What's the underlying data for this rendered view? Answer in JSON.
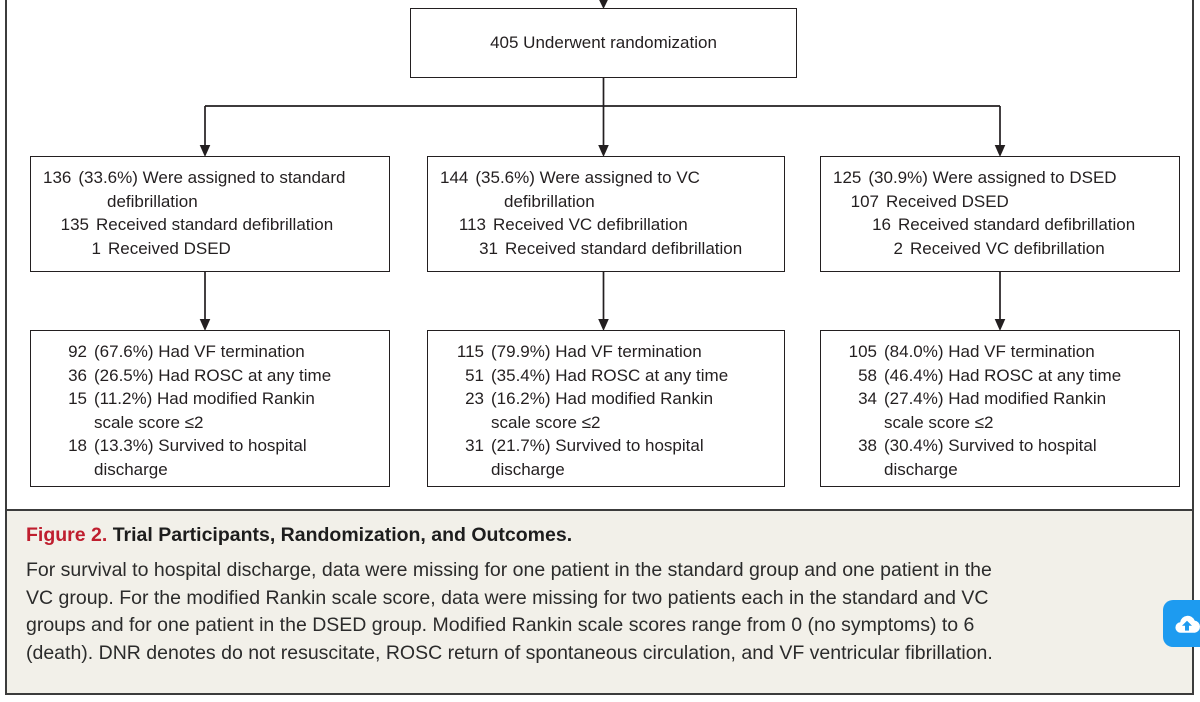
{
  "figure": {
    "top_box": "405 Underwent randomization",
    "columns": [
      {
        "group": "standard",
        "assign": {
          "lines": [
            {
              "cls": "first",
              "num": "136",
              "text": "(33.6%) Were assigned to standard"
            },
            {
              "cls": "cont",
              "text": "defibrillation"
            },
            {
              "cls": "s1",
              "num": "135",
              "text": "Received standard defibrillation"
            },
            {
              "cls": "s2",
              "num": "1",
              "text": "Received DSED"
            }
          ]
        },
        "outcome": {
          "lines": [
            {
              "cls": "o",
              "num": "92",
              "text": "(67.6%) Had VF termination"
            },
            {
              "cls": "o",
              "num": "36",
              "text": "(26.5%) Had ROSC at any time"
            },
            {
              "cls": "o",
              "num": "15",
              "text": "(11.2%) Had modified Rankin"
            },
            {
              "cls": "ocont",
              "text": "scale score ≤2"
            },
            {
              "cls": "o",
              "num": "18",
              "text": "(13.3%) Survived to hospital"
            },
            {
              "cls": "ocont",
              "text": "discharge"
            }
          ]
        }
      },
      {
        "group": "vc",
        "assign": {
          "lines": [
            {
              "cls": "first",
              "num": "144",
              "text": "(35.6%) Were assigned to VC"
            },
            {
              "cls": "cont",
              "text": "defibrillation"
            },
            {
              "cls": "s1",
              "num": "113",
              "text": "Received VC defibrillation"
            },
            {
              "cls": "s2",
              "num": "31",
              "text": "Received standard defibrillation"
            }
          ]
        },
        "outcome": {
          "lines": [
            {
              "cls": "o",
              "num": "115",
              "text": "(79.9%) Had VF termination"
            },
            {
              "cls": "o",
              "num": "51",
              "text": "(35.4%) Had ROSC at any time"
            },
            {
              "cls": "o",
              "num": "23",
              "text": "(16.2%) Had modified Rankin"
            },
            {
              "cls": "ocont",
              "text": "scale score ≤2"
            },
            {
              "cls": "o",
              "num": "31",
              "text": "(21.7%) Survived to hospital"
            },
            {
              "cls": "ocont",
              "text": "discharge"
            }
          ]
        }
      },
      {
        "group": "dsed",
        "assign": {
          "lines": [
            {
              "cls": "first",
              "num": "125",
              "text": "(30.9%) Were assigned to DSED"
            },
            {
              "cls": "s1",
              "num": "107",
              "text": "Received DSED"
            },
            {
              "cls": "s2",
              "num": "16",
              "text": "Received standard defibrillation"
            },
            {
              "cls": "s3",
              "num": "2",
              "text": "Received VC defibrillation"
            }
          ]
        },
        "outcome": {
          "lines": [
            {
              "cls": "o",
              "num": "105",
              "text": "(84.0%) Had VF termination"
            },
            {
              "cls": "o",
              "num": "58",
              "text": "(46.4%) Had ROSC at any time"
            },
            {
              "cls": "o",
              "num": "34",
              "text": "(27.4%) Had modified Rankin"
            },
            {
              "cls": "ocont",
              "text": "scale score ≤2"
            },
            {
              "cls": "o",
              "num": "38",
              "text": "(30.4%) Survived to hospital"
            },
            {
              "cls": "ocont",
              "text": "discharge"
            }
          ]
        }
      }
    ]
  },
  "caption": {
    "label": "Figure 2.",
    "title": "Trial Participants, Randomization, and Outcomes.",
    "lines": [
      "For survival to hospital discharge, data were missing for one patient in the standard group and one patient in the",
      "VC group. For the modified Rankin scale score, data were missing for two patients each in the standard and VC",
      "groups and for one patient in the DSED group. Modified Rankin scale scores range from 0 (no symptoms) to 6",
      "(death). DNR denotes do not resuscitate, ROSC return of spontaneous circulation, and VF ventricular fibrillation."
    ]
  },
  "icons": {
    "share": "cloud-upload-icon"
  },
  "colors": {
    "figure_label_red": "#bf1e2e",
    "caption_background": "#f2f0e9",
    "share_button_blue": "#1d9bf0",
    "line_color": "#231f20"
  }
}
